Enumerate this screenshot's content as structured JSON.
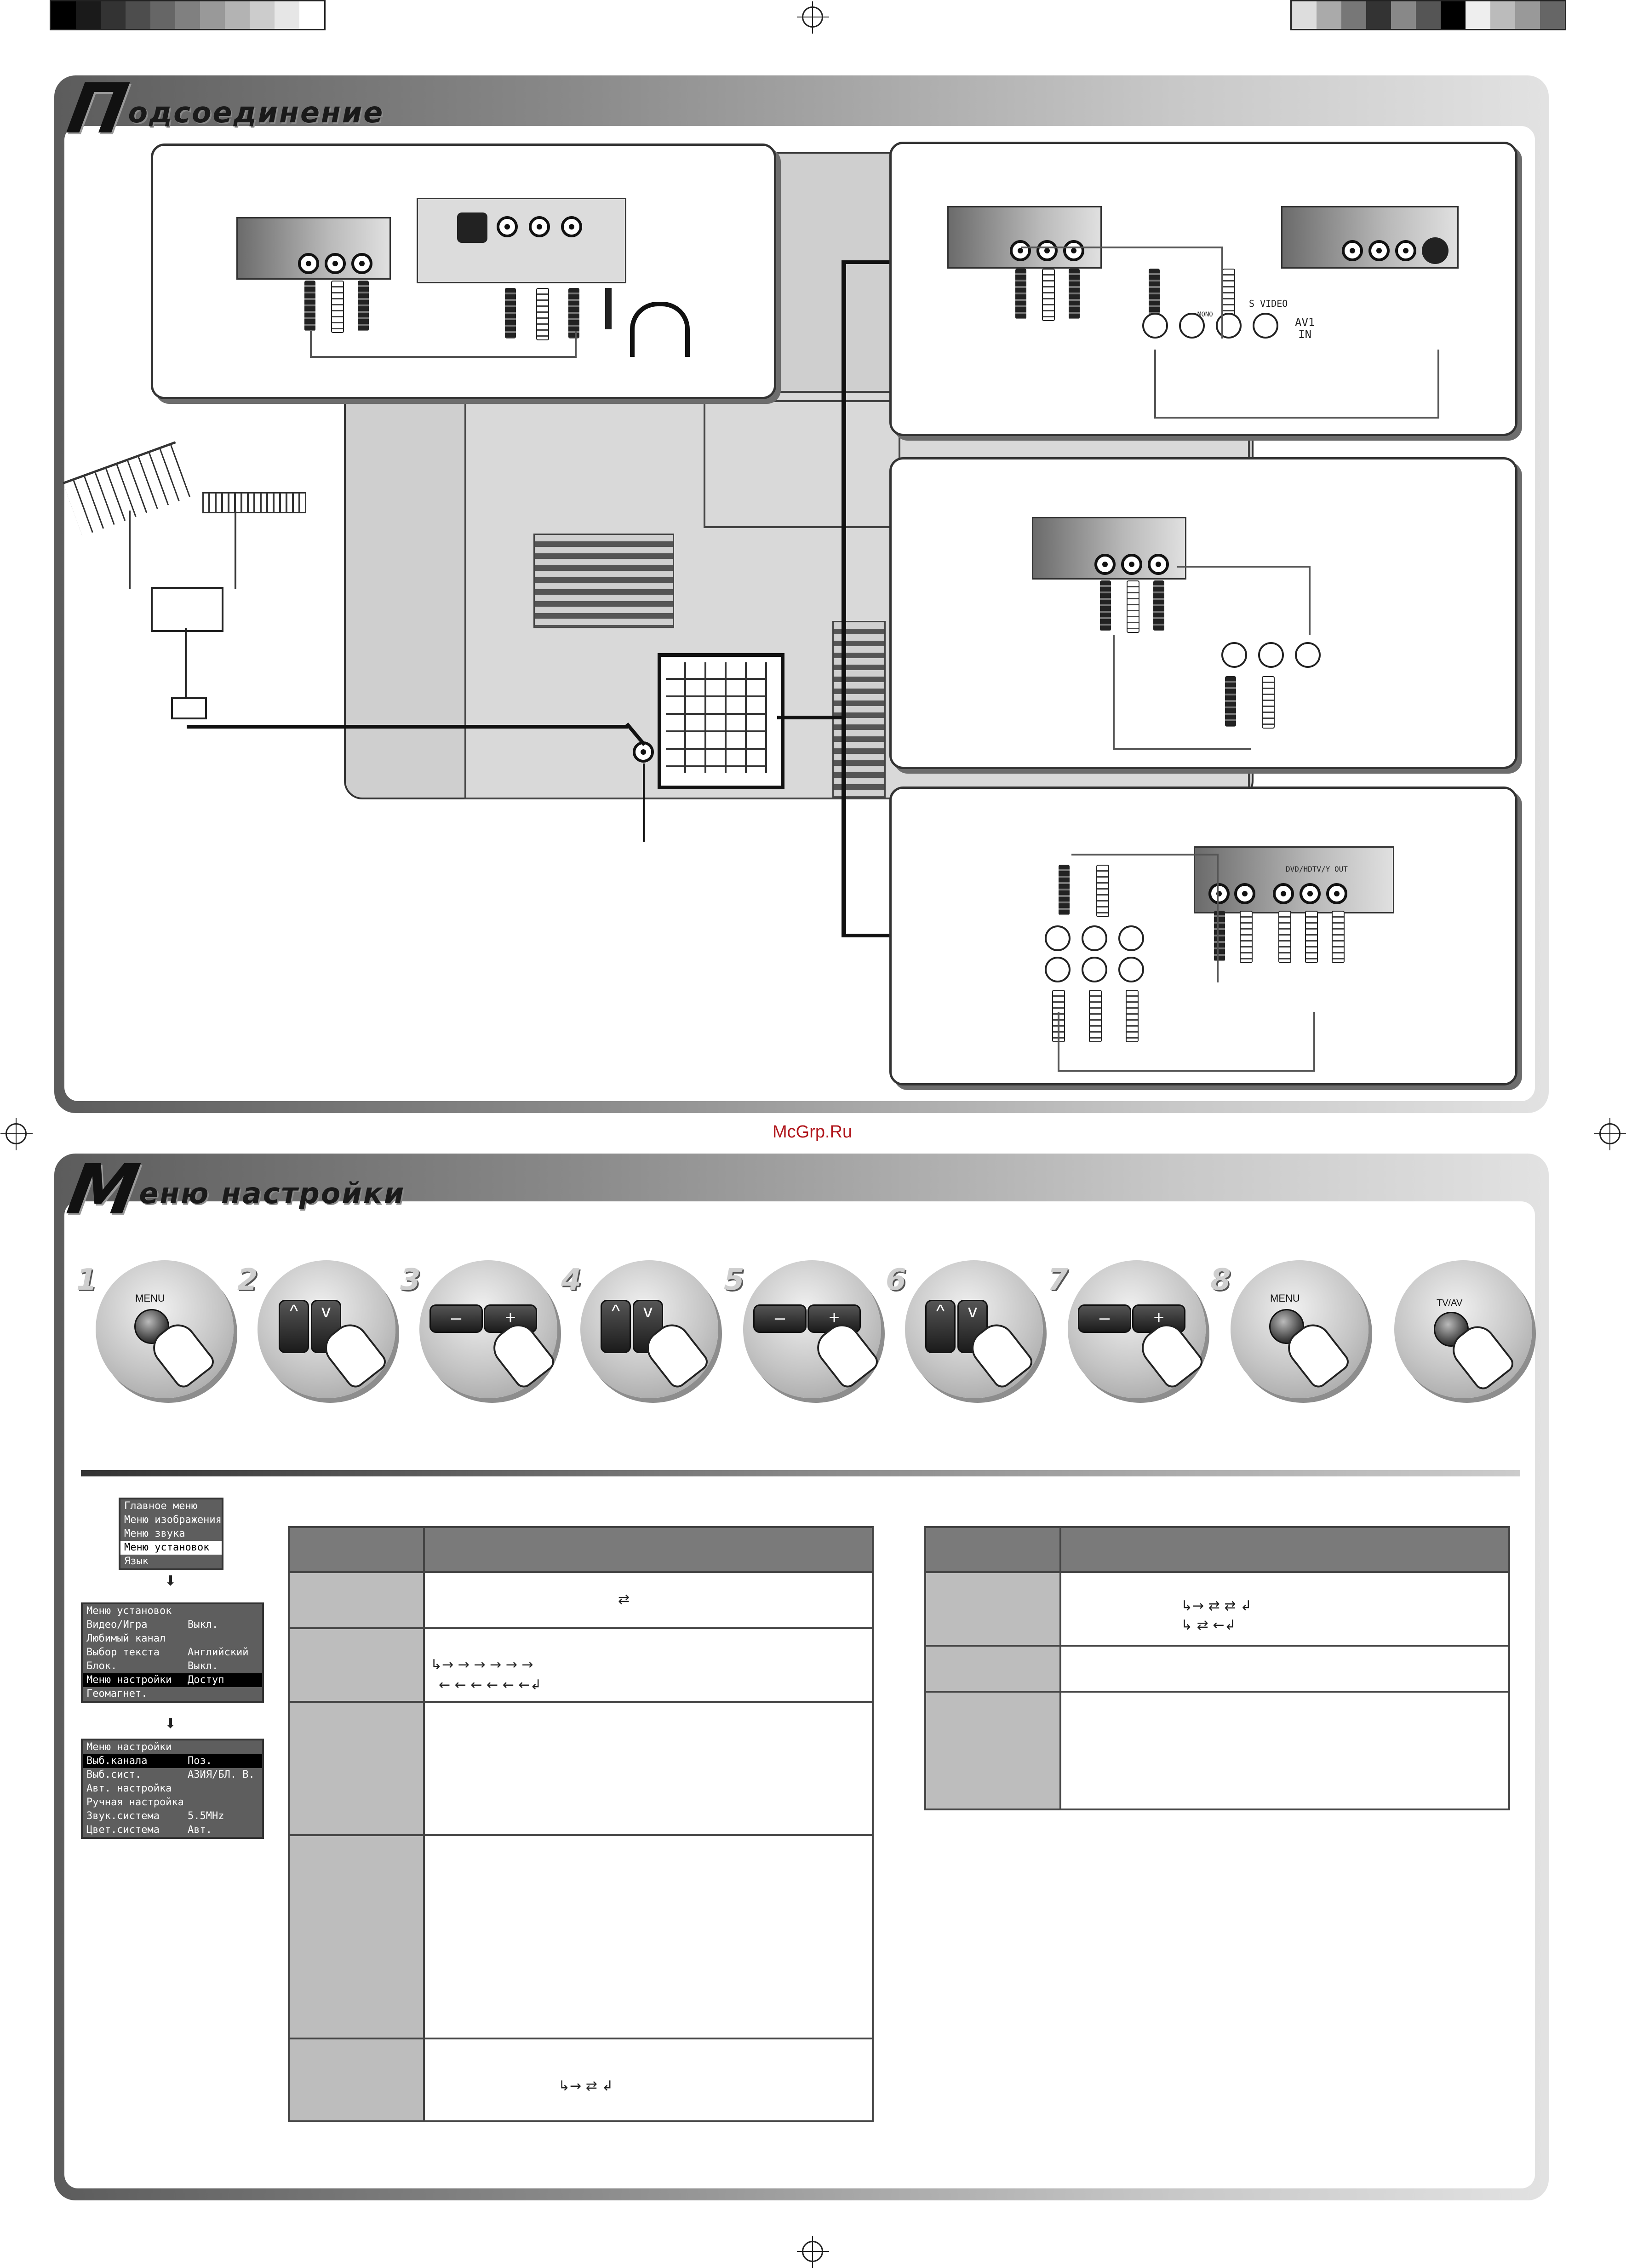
{
  "sections": {
    "connection": {
      "title_initial": "П",
      "title_rest": "одсоединение"
    },
    "setup_menu": {
      "title_initial": "М",
      "title_rest": "еню настройки"
    }
  },
  "watermark": "McGrp.Ru",
  "connection_labels": {
    "s_video": "S VIDEO",
    "av1_in": "AV1\nIN",
    "mono": "MONO",
    "dvd_out": "DVD/HDTV/Y OUT"
  },
  "steps": [
    {
      "num": "1",
      "control": "knob",
      "label": "MENU"
    },
    {
      "num": "2",
      "control": "updown"
    },
    {
      "num": "3",
      "control": "minusplus"
    },
    {
      "num": "4",
      "control": "updown"
    },
    {
      "num": "5",
      "control": "minusplus"
    },
    {
      "num": "6",
      "control": "updown"
    },
    {
      "num": "7",
      "control": "minusplus"
    },
    {
      "num": "8",
      "control": "knob",
      "label": "MENU"
    },
    {
      "num": "",
      "control": "knob",
      "label": "TV/AV"
    }
  ],
  "osd": {
    "main_menu": {
      "items": [
        "Главное меню",
        "Меню изображения",
        "Меню звука",
        "Меню установок",
        "Язык"
      ],
      "selected": 3
    },
    "setup_menu": {
      "rows": [
        {
          "label": "Меню установок",
          "value": ""
        },
        {
          "label": "Видео/Игра",
          "value": "Выкл."
        },
        {
          "label": "Любимый канал",
          "value": ""
        },
        {
          "label": "Выбор текста",
          "value": "Английский"
        },
        {
          "label": "Блок.",
          "value": "Выкл."
        },
        {
          "label": "Меню настройки",
          "value": "Доступ"
        },
        {
          "label": "Геомагнет.",
          "value": ""
        }
      ],
      "selected": 5
    },
    "tuning_menu": {
      "rows": [
        {
          "label": "Меню настройки",
          "value": ""
        },
        {
          "label": "Выб.канала",
          "value": "Поз."
        },
        {
          "label": "Выб.сист.",
          "value": "АЗИЯ/БЛ. В."
        },
        {
          "label": "Авт. настройка",
          "value": ""
        },
        {
          "label": "Ручная настройка",
          "value": ""
        },
        {
          "label": "Звук.система",
          "value": "5.5MHz"
        },
        {
          "label": "Цвет.система",
          "value": "Авт."
        }
      ],
      "selected": 1
    }
  }
}
